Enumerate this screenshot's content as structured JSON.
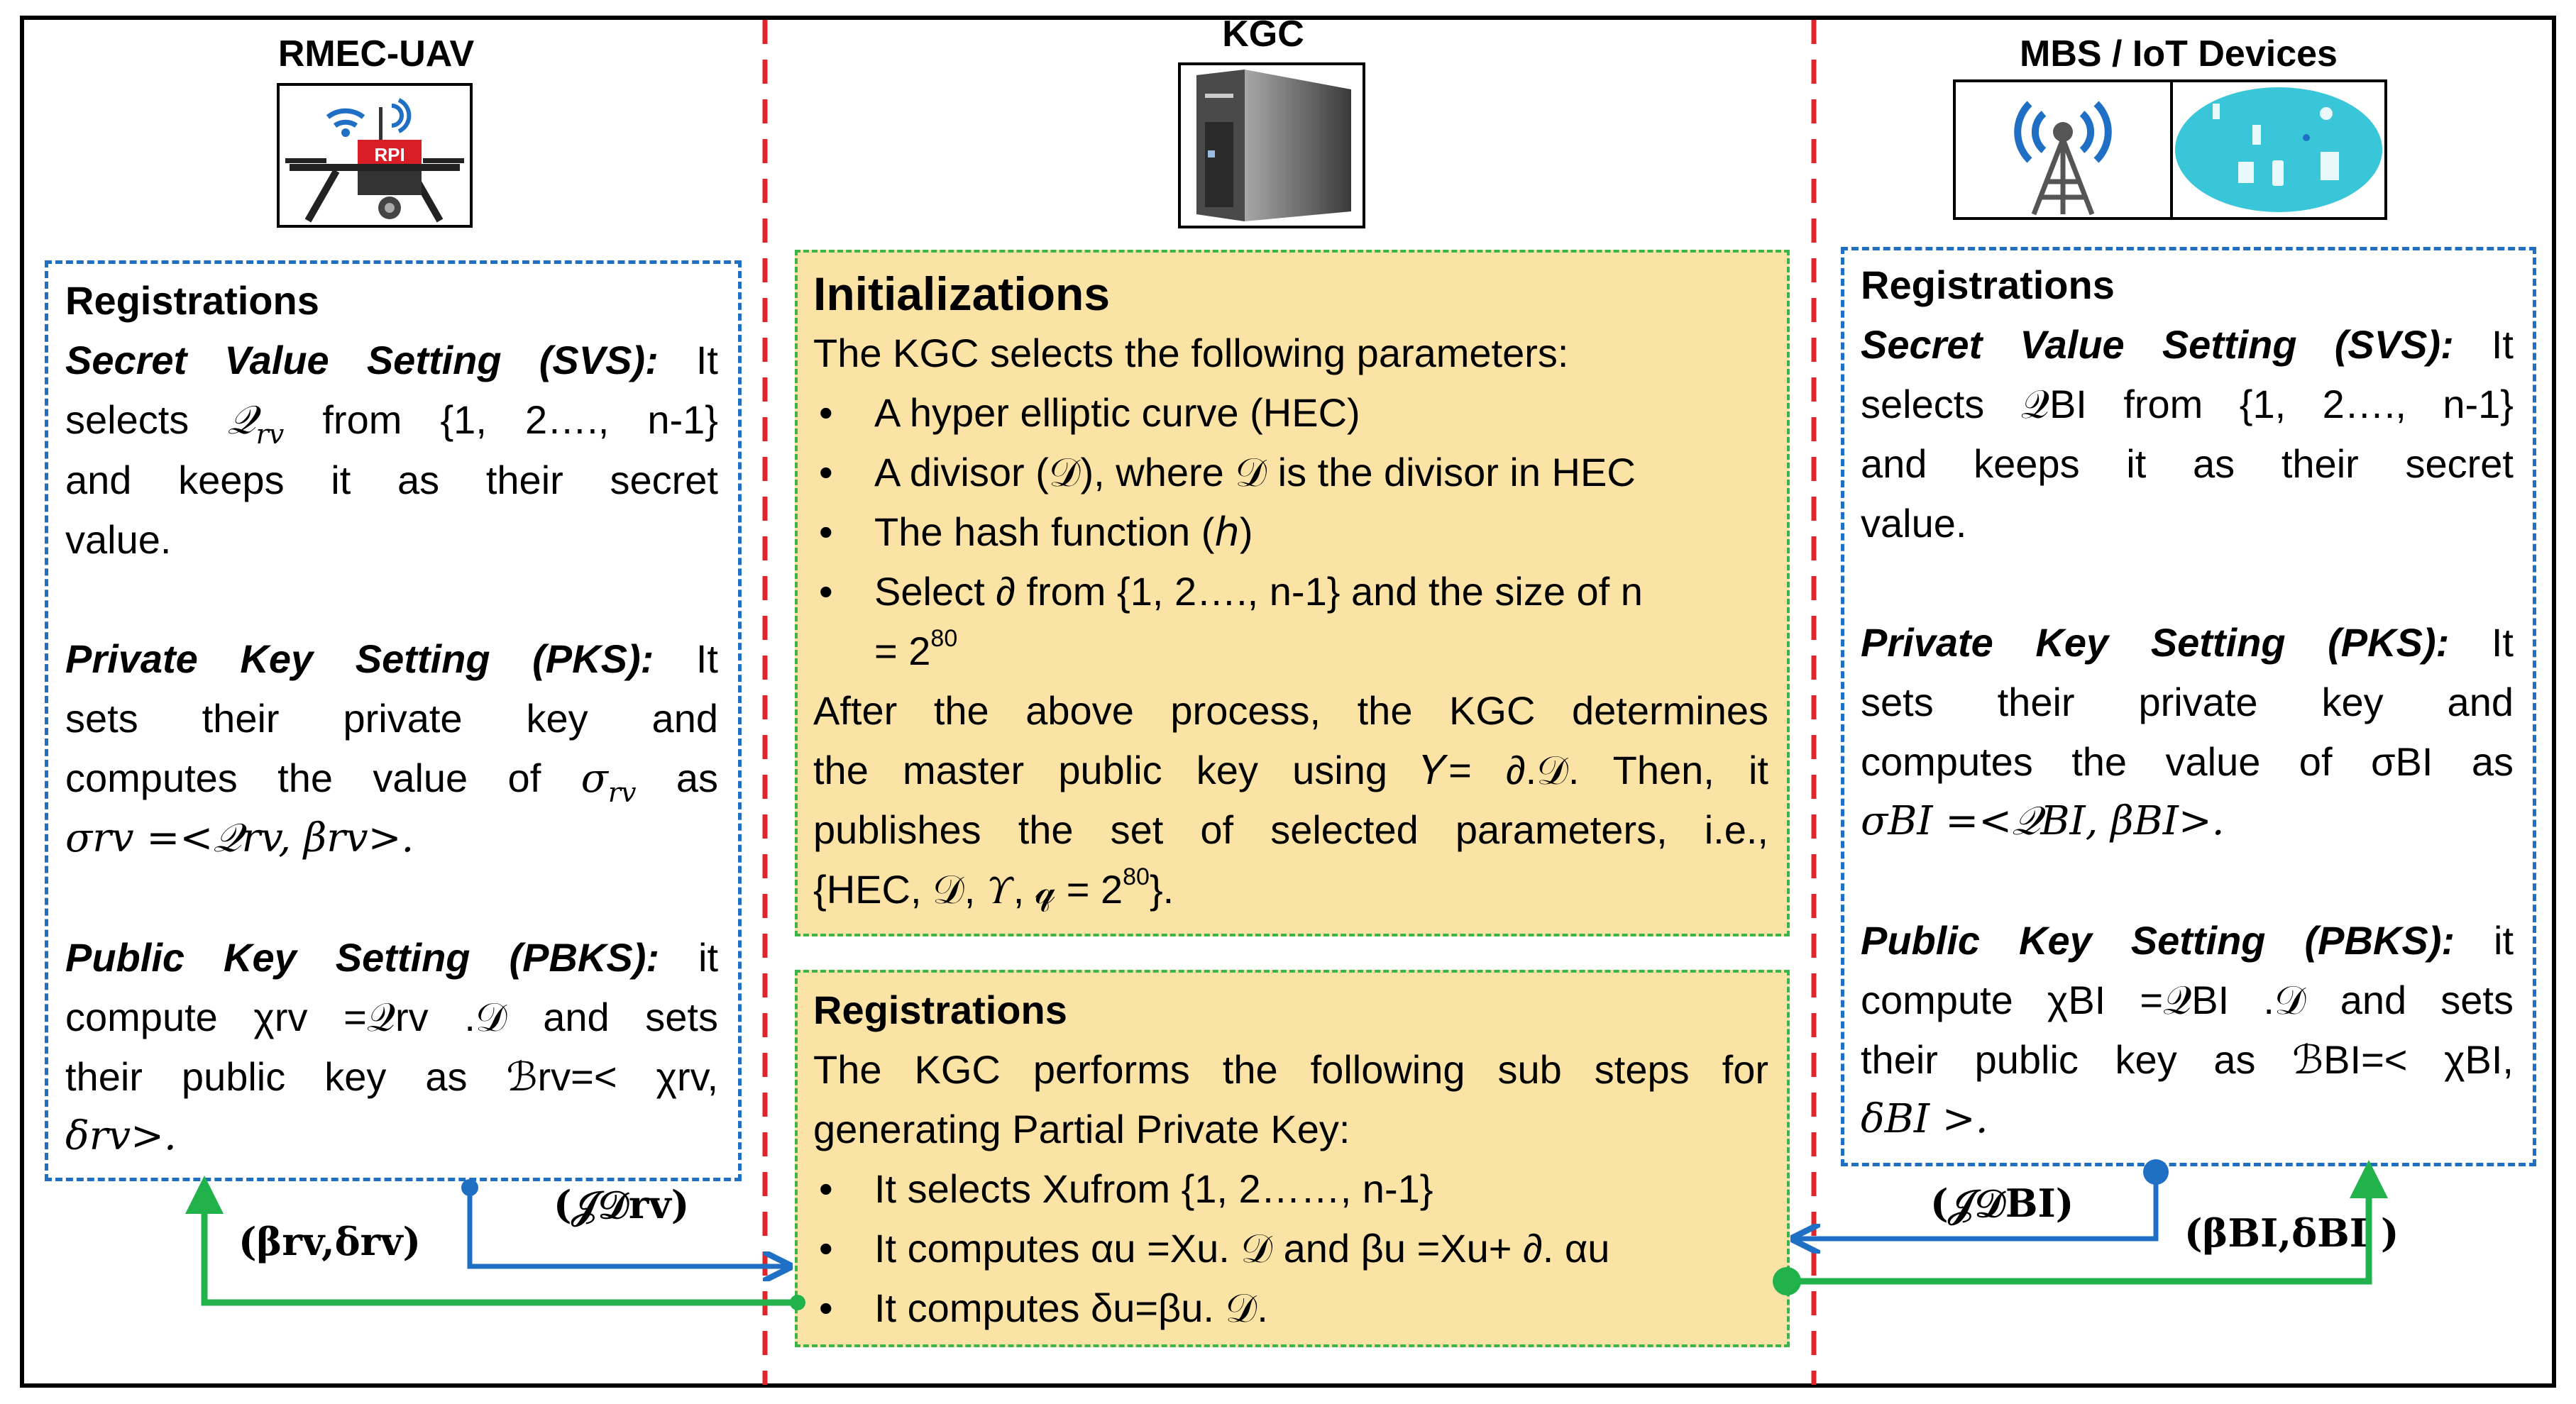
{
  "columns": {
    "left_title": "RMEC-UAV",
    "center_title": "KGC",
    "right_title": "MBS / IoT Devices"
  },
  "uav_icon": {
    "label": "RPI"
  },
  "left_box": {
    "heading": "Registrations",
    "svs_label": "Secret Value Setting (SVS):",
    "svs_text1": "It",
    "svs_text2": "selects",
    "svs_var": "𝒬",
    "svs_sub": "rv",
    "svs_text3": "from {1, 2…., n-1}",
    "svs_text4": "and keeps it as their secret",
    "svs_text5": "value.",
    "pks_label": "Private Key Setting (PKS):",
    "pks_text1": "It",
    "pks_text2": "sets their private key and",
    "pks_text3": "computes the value of",
    "pks_sigma": "σ",
    "pks_sub": "rv",
    "pks_as": "as",
    "pks_formula": "σrv =<𝒬rv, βrv>.",
    "pbks_label": "Public Key Setting (PBKS):",
    "pbks_text1": "it",
    "pbks_text2": "compute χrv =𝒬rv .𝒟 and sets",
    "pbks_text3": "their public key as ℬrv=< χrv,",
    "pbks_text4": "δrv>."
  },
  "center_top": {
    "heading": "Initializations",
    "intro": "The KGC selects the following parameters:",
    "bullets": [
      "A hyper elliptic curve (HEC)",
      "A divisor (𝒟), where 𝒟 is the divisor in HEC",
      "The hash function (ℎ)",
      "Select ∂ from {1, 2…., n-1} and the size of n",
      "= 2"
    ],
    "exp80": "80",
    "para1": "After the above process, the KGC determines",
    "para2": "the master public key using 𝛶= ∂.𝒟. Then, it",
    "para3": "publishes the set of selected parameters, i.e.,",
    "para4": "{HEC, 𝒟, 𝛶, 𝓆 = 2",
    "para4_exp": "80",
    "para4_end": "}."
  },
  "center_bottom": {
    "heading": "Registrations",
    "intro1": "The KGC performs the following sub steps for",
    "intro2": "generating Partial Private Key:",
    "bullets": [
      "It selects Xufrom {1, 2……, n-1}",
      "It computes αu =Xu. 𝒟 and βu =Xu+ ∂. αu",
      "It computes δu=βu. 𝒟."
    ]
  },
  "right_box": {
    "heading": "Registrations",
    "svs_label": "Secret Value Setting (SVS):",
    "svs_text1": "It",
    "svs_text2": "selects 𝒬BI from {1, 2…., n-1}",
    "svs_text4": "and keeps it as their secret",
    "svs_text5": "value.",
    "pks_label": "Private Key Setting (PKS):",
    "pks_text1": "It",
    "pks_text2": "sets their private key and",
    "pks_text3": "computes the value of σBI as",
    "pks_formula": "σBI =<𝒬BI, βBI>.",
    "pbks_label": "Public Key Setting (PBKS):",
    "pbks_text1": "it",
    "pbks_text2": "compute χBI =𝒬BI .𝒟 and sets",
    "pbks_text3": "their public key as ℬBI=< χBI,",
    "pbks_text4": "δBI >."
  },
  "arrow_labels": {
    "left_green": "(βrv,δrv)",
    "left_blue": "(𝒥𝒟rv)",
    "right_blue": "(𝒥𝒟BI)",
    "right_green": "(βBI,δBI )"
  },
  "colors": {
    "divider": "#e0262b",
    "blue": "#1f6fc5",
    "green": "#21b24b",
    "box_fill": "#fbe3a6"
  }
}
